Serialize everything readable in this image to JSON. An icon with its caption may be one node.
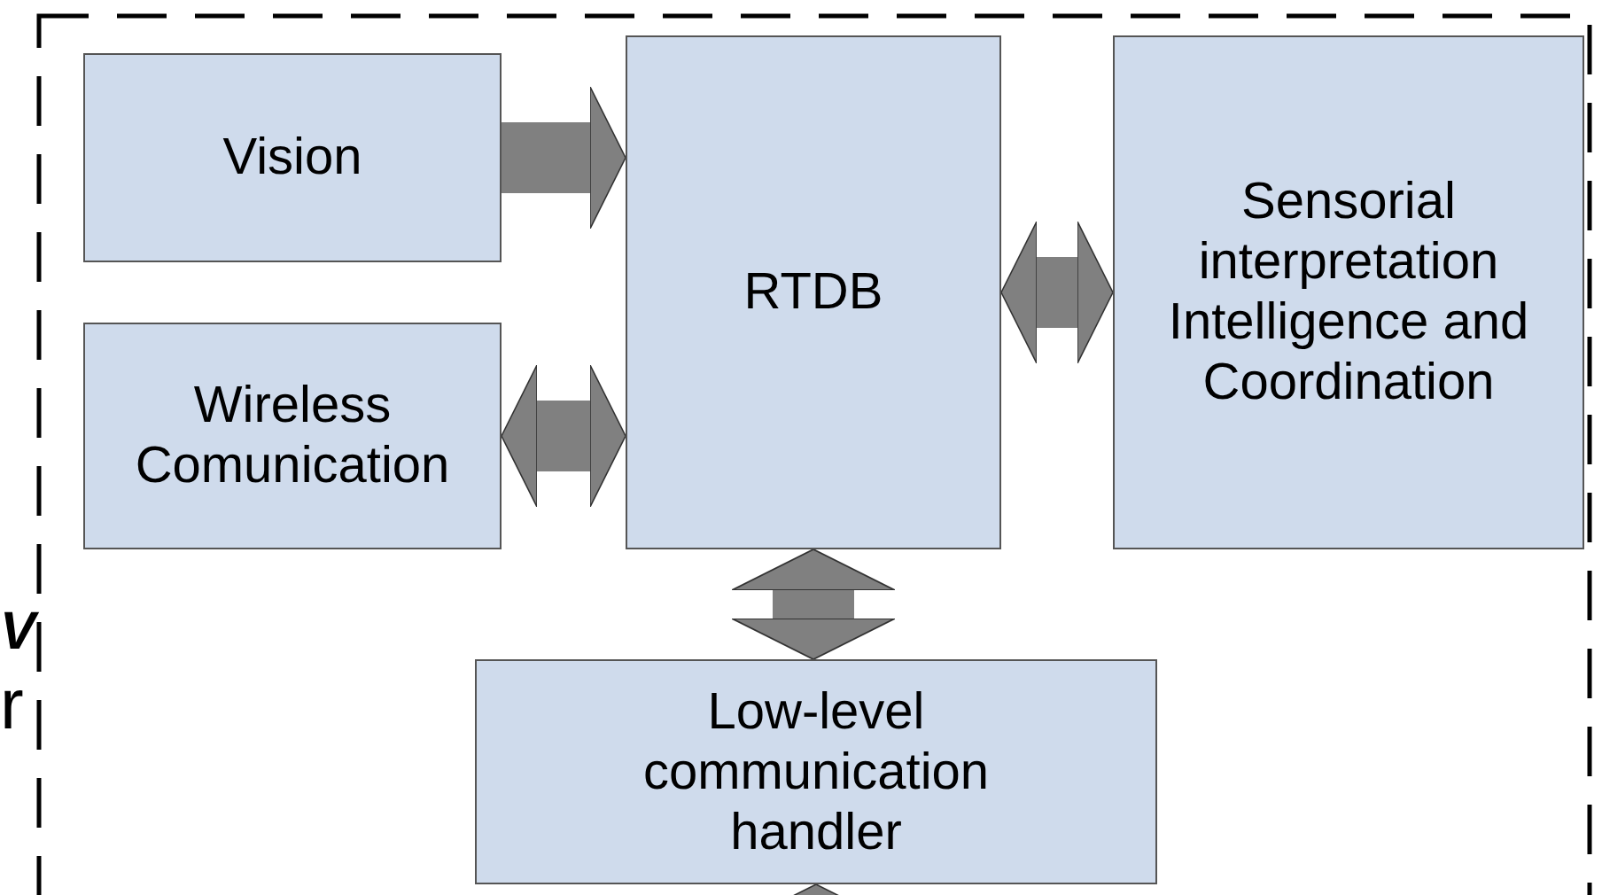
{
  "diagram": {
    "nodes": [
      {
        "text": [
          "Vision"
        ]
      },
      {
        "text": [
          "Wireless Comunication"
        ]
      },
      {
        "text": [
          "RTDB"
        ]
      },
      {
        "text": [
          "Sensorial interpretation Intelligence and Coordination"
        ]
      },
      {
        "text": [
          "Low-level communication handler"
        ]
      }
    ],
    "edges": [
      {
        "from": 0,
        "to": 2,
        "arrow": "to"
      },
      {
        "from": 1,
        "to": 2,
        "arrow": "both"
      },
      {
        "from": 2,
        "to": 3,
        "arrow": "both"
      },
      {
        "from": 2,
        "to": 4,
        "arrow": "both"
      },
      {
        "from": null,
        "to": 4,
        "arrow": "to"
      }
    ],
    "labels": [
      "V",
      "r"
    ]
  }
}
